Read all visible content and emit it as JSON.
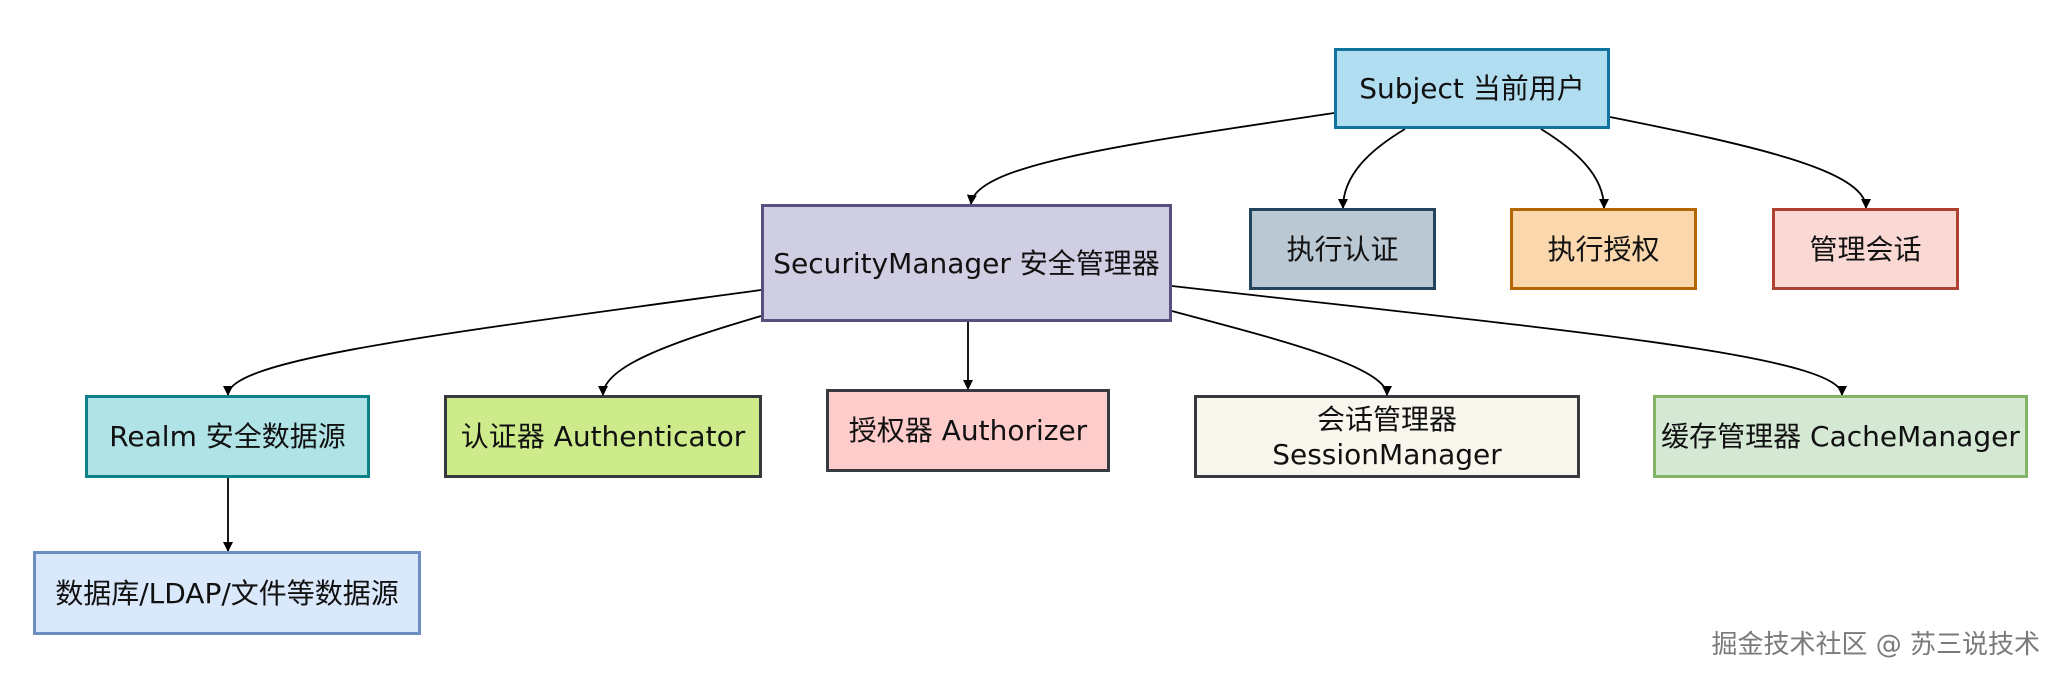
{
  "diagram": {
    "nodes": [
      {
        "id": "subject",
        "label": "Subject 当前用户",
        "fill": "#b1ddf0",
        "stroke": "#10739e"
      },
      {
        "id": "security-manager",
        "label": "SecurityManager 安全管理器",
        "fill": "#d0cee2",
        "stroke": "#56517e"
      },
      {
        "id": "exec-auth",
        "label": "执行认证",
        "fill": "#bac8d3",
        "stroke": "#23445d"
      },
      {
        "id": "exec-authz",
        "label": "执行授权",
        "fill": "#fad7ac",
        "stroke": "#b46504"
      },
      {
        "id": "manage-session",
        "label": "管理会话",
        "fill": "#fad9d5",
        "stroke": "#ae4132"
      },
      {
        "id": "realm",
        "label": "Realm 安全数据源",
        "fill": "#b0e3e6",
        "stroke": "#0e8088"
      },
      {
        "id": "authenticator",
        "label": "认证器 Authenticator",
        "fill": "#cdeb8b",
        "stroke": "#36393d"
      },
      {
        "id": "authorizer",
        "label": "授权器 Authorizer",
        "fill": "#ffcccc",
        "stroke": "#36393d"
      },
      {
        "id": "session-manager",
        "label_line1": "会话管理器",
        "label_line2": "SessionManager",
        "fill": "#f9f7ed",
        "stroke": "#36393d"
      },
      {
        "id": "cache-manager",
        "label": "缓存管理器 CacheManager",
        "fill": "#d5e8d4",
        "stroke": "#82b366"
      },
      {
        "id": "datasource",
        "label": "数据库/LDAP/文件等数据源",
        "fill": "#dae8fc",
        "stroke": "#6c8ebf"
      }
    ],
    "edges": [
      {
        "from": "subject",
        "to": "security-manager"
      },
      {
        "from": "subject",
        "to": "exec-auth"
      },
      {
        "from": "subject",
        "to": "exec-authz"
      },
      {
        "from": "subject",
        "to": "manage-session"
      },
      {
        "from": "security-manager",
        "to": "realm"
      },
      {
        "from": "security-manager",
        "to": "authenticator"
      },
      {
        "from": "security-manager",
        "to": "authorizer"
      },
      {
        "from": "security-manager",
        "to": "session-manager"
      },
      {
        "from": "security-manager",
        "to": "cache-manager"
      },
      {
        "from": "realm",
        "to": "datasource"
      }
    ],
    "edge_color": "#000000"
  },
  "watermark": "掘金技术社区 @ 苏三说技术"
}
